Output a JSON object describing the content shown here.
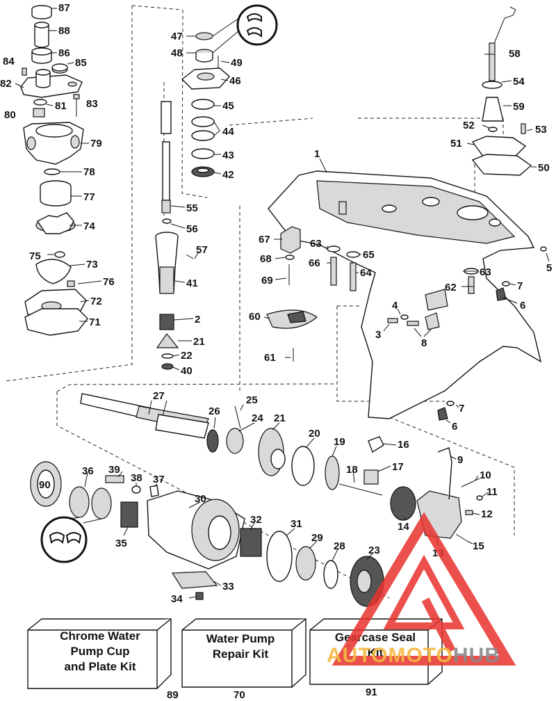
{
  "labels": {
    "p1": "1",
    "p2": "2",
    "p3": "3",
    "p4": "4",
    "p5": "5",
    "p6": "6",
    "p6b": "6",
    "p7": "7",
    "p7b": "7",
    "p8": "8",
    "p9": "9",
    "p10": "10",
    "p11": "11",
    "p12": "12",
    "p13": "13",
    "p14": "14",
    "p15": "15",
    "p16": "16",
    "p17": "17",
    "p18": "18",
    "p19": "19",
    "p20": "20",
    "p21": "21",
    "p21b": "21",
    "p22": "22",
    "p23": "23",
    "p24": "24",
    "p25": "25",
    "p26": "26",
    "p27": "27",
    "p28": "28",
    "p29": "29",
    "p30": "30",
    "p31": "31",
    "p32": "32",
    "p33": "33",
    "p34": "34",
    "p35": "35",
    "p36": "36",
    "p37": "37",
    "p38": "38",
    "p39": "39",
    "p40": "40",
    "p41": "41",
    "p42": "42",
    "p43": "43",
    "p44": "44",
    "p45": "45",
    "p46": "46",
    "p47": "47",
    "p48": "48",
    "p49": "49",
    "p50": "50",
    "p51": "51",
    "p52": "52",
    "p53": "53",
    "p54": "54",
    "p55": "55",
    "p56": "56",
    "p57": "57",
    "p58": "58",
    "p59": "59",
    "p60": "60",
    "p61": "61",
    "p62": "62",
    "p63": "63",
    "p63b": "63",
    "p64": "64",
    "p65": "65",
    "p66": "66",
    "p67": "67",
    "p68": "68",
    "p69": "69",
    "p71": "71",
    "p72": "72",
    "p73": "73",
    "p74": "74",
    "p75": "75",
    "p76": "76",
    "p77": "77",
    "p78": "78",
    "p79": "79",
    "p80": "80",
    "p81": "81",
    "p82": "82",
    "p83": "83",
    "p84": "84",
    "p85": "85",
    "p86": "86",
    "p87": "87",
    "p88": "88",
    "p90": "90"
  },
  "kits": [
    {
      "lines": [
        "Chrome Water",
        "Pump Cup",
        "and Plate Kit"
      ],
      "number": "89"
    },
    {
      "lines": [
        "Water Pump",
        "Repair Kit"
      ],
      "number": "70"
    },
    {
      "lines": [
        "Gearcase Seal",
        "Kit"
      ],
      "number": "91"
    }
  ],
  "watermark": {
    "text_a": "AUTOMOTO",
    "text_b": "HUB",
    "color_a": "#f5b942",
    "color_b": "#8a8a8a",
    "logo_color": "#e8322d"
  }
}
